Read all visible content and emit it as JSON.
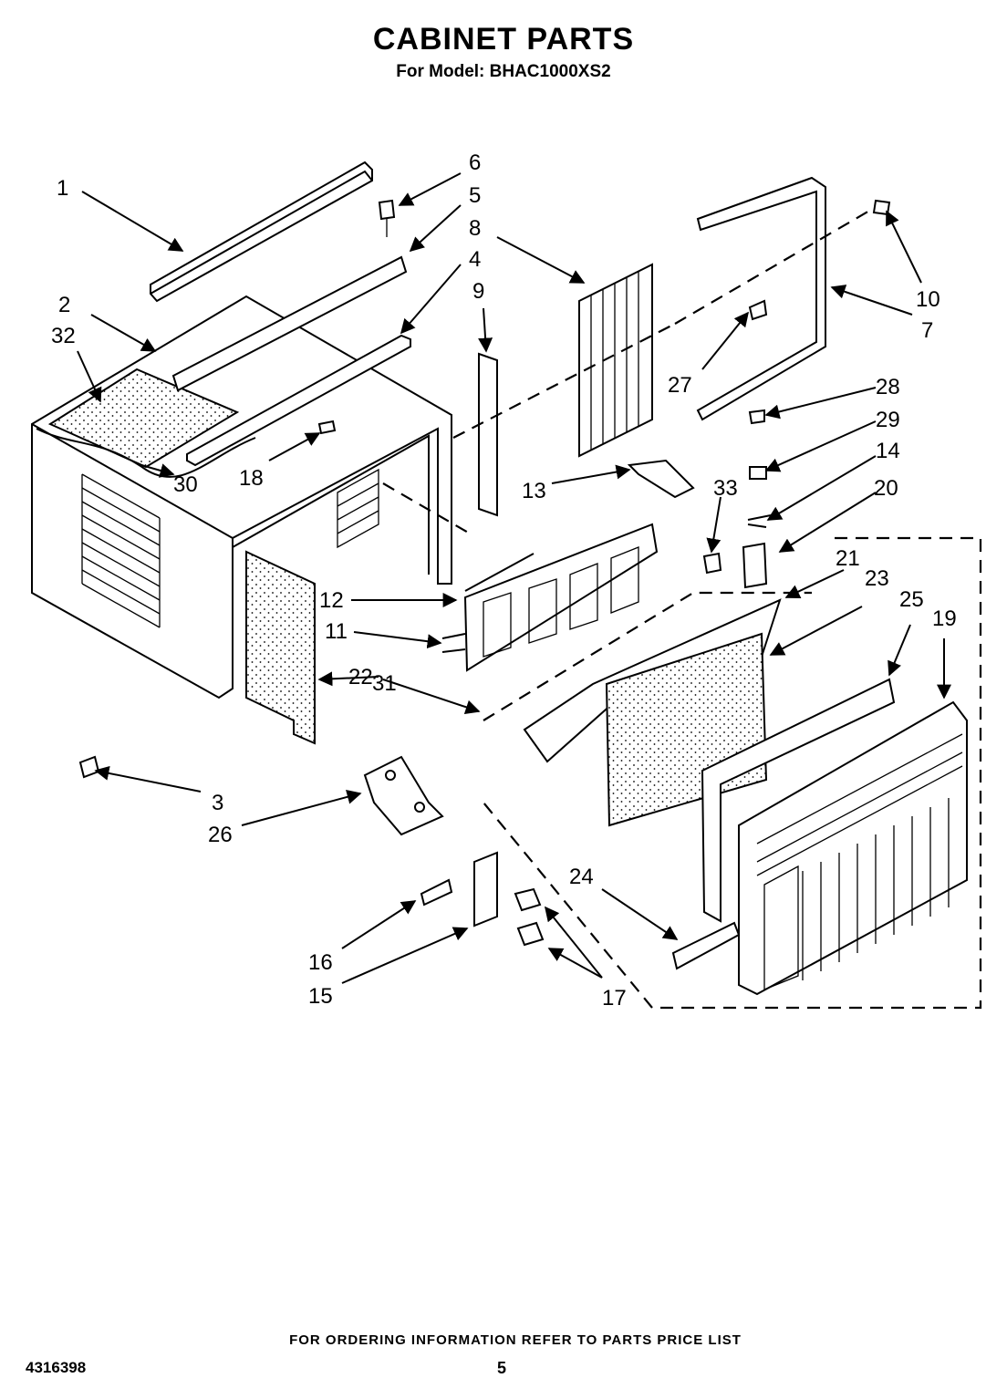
{
  "title": "CABINET PARTS",
  "subtitle": "For Model: BHAC1000XS2",
  "footer": "FOR ORDERING INFORMATION REFER TO PARTS PRICE LIST",
  "doc_number": "4316398",
  "page_number": "5",
  "callouts": [
    "1",
    "2",
    "3",
    "4",
    "5",
    "6",
    "7",
    "8",
    "9",
    "10",
    "11",
    "12",
    "13",
    "14",
    "15",
    "16",
    "17",
    "18",
    "19",
    "20",
    "21",
    "22",
    "23",
    "24",
    "25",
    "26",
    "27",
    "28",
    "29",
    "30",
    "31",
    "32",
    "33"
  ]
}
